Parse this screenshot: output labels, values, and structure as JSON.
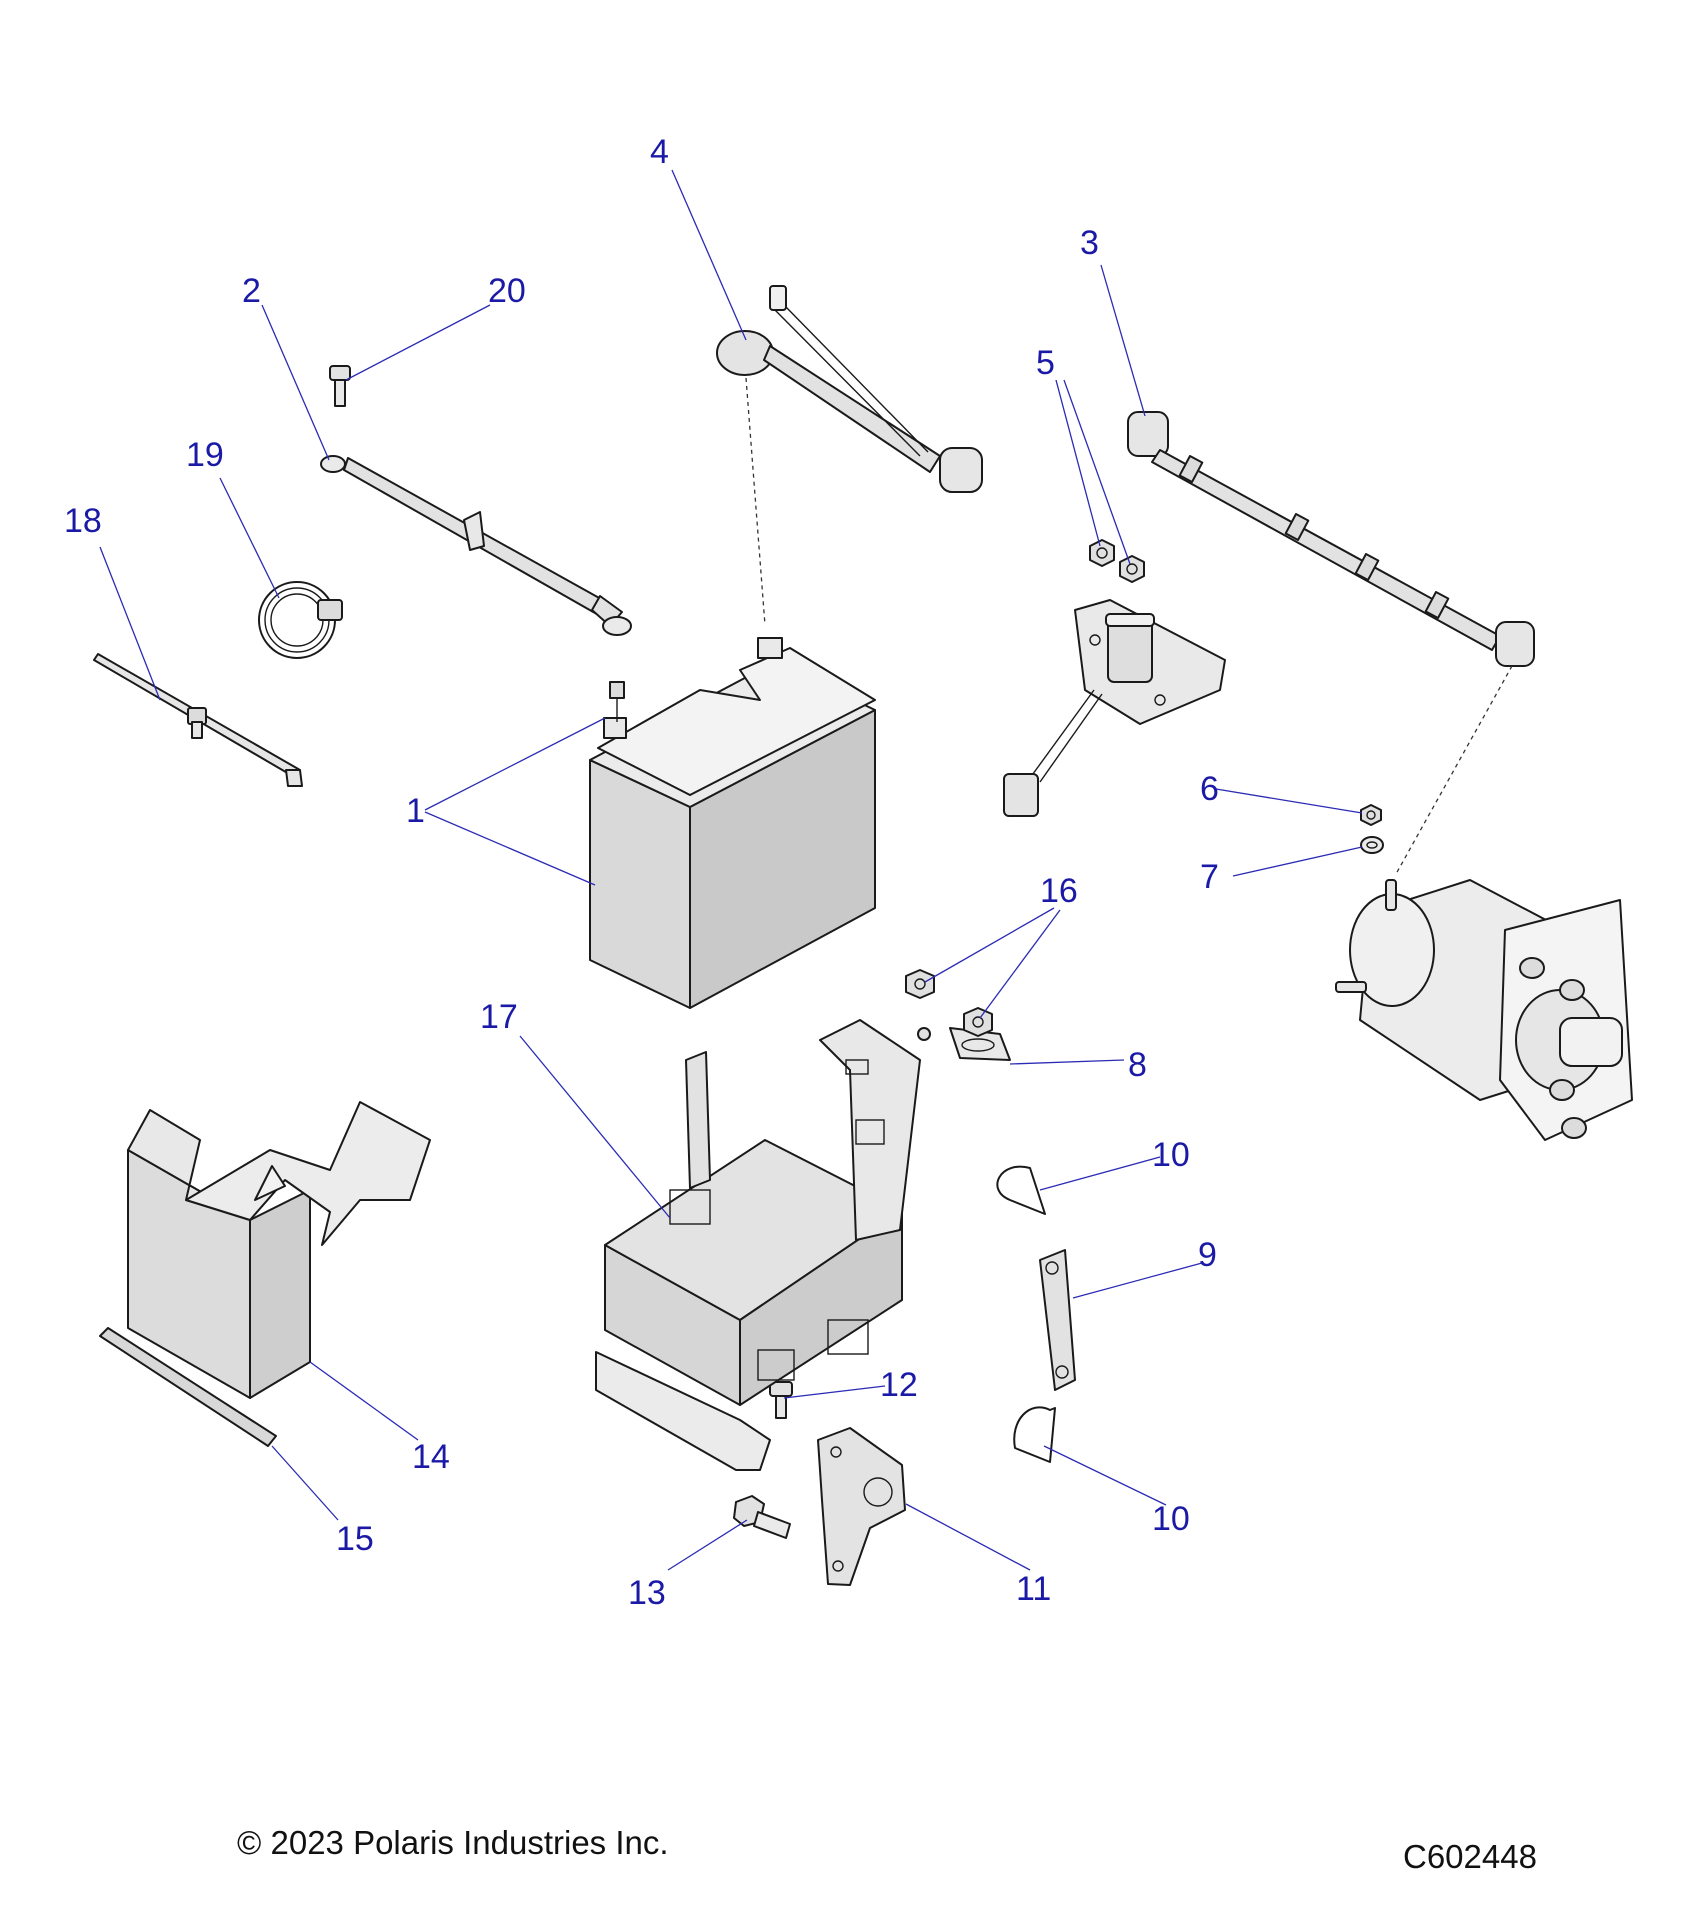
{
  "callouts": {
    "c1": "1",
    "c2": "2",
    "c3": "3",
    "c4": "4",
    "c5": "5",
    "c6": "6",
    "c7": "7",
    "c8": "8",
    "c9": "9",
    "c10a": "10",
    "c10b": "10",
    "c11": "11",
    "c12": "12",
    "c13": "13",
    "c14": "14",
    "c15": "15",
    "c16": "16",
    "c17": "17",
    "c18": "18",
    "c19": "19",
    "c20": "20"
  },
  "footer": {
    "copyright": "© 2023 Polaris Industries Inc.",
    "figure_code": "C602448"
  },
  "colors": {
    "callout_text": "#1a1aa6",
    "leader_line": "#2b2bb5",
    "part_fill": "#e4e4e4",
    "part_shade": "#cfcfcf",
    "outline": "#1a1a1a"
  }
}
